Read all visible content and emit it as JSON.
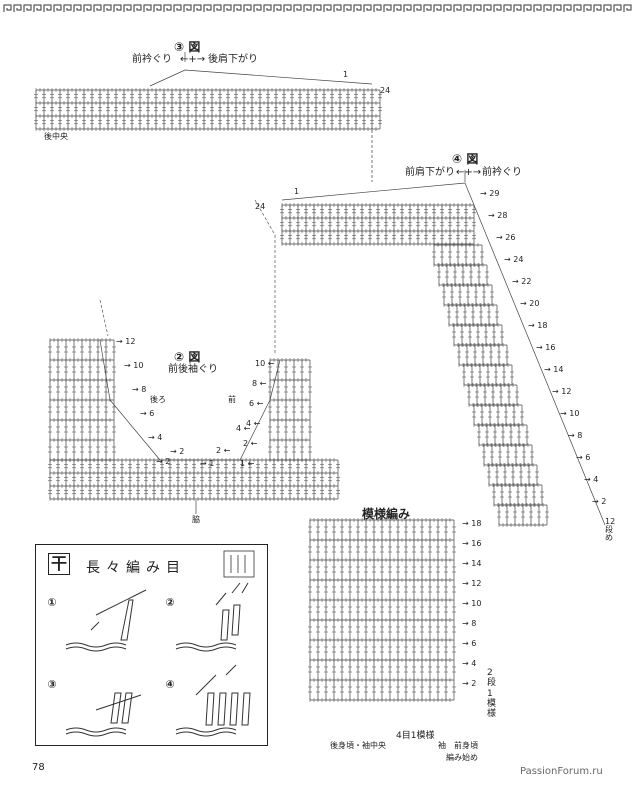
{
  "fig3": {
    "number": "③ 図",
    "left_label": "前衿ぐり",
    "right_label": "後肩下がり",
    "bottom_label": "後中央",
    "row_marks": [
      "1",
      "24"
    ]
  },
  "fig4": {
    "number": "④ 図",
    "left_label": "前肩下がり",
    "right_label": "前衿ぐり",
    "row_marks_left": [
      "1",
      "24"
    ],
    "row_marks_right": [
      "29",
      "28",
      "26",
      "24",
      "22",
      "20",
      "18",
      "16",
      "14",
      "12",
      "10",
      "8",
      "6",
      "4",
      "2"
    ],
    "end_note": "12 段め"
  },
  "fig2": {
    "number": "② 図",
    "title": "前後袖ぐり",
    "back_label": "後ろ",
    "front_label": "前",
    "bottom_label": "脇",
    "left_marks": [
      "12",
      "10",
      "8",
      "6",
      "4",
      "2"
    ],
    "inner_left_marks": [
      "2",
      "1"
    ],
    "right_marks": [
      "10",
      "8",
      "6",
      "4",
      "2",
      "1"
    ],
    "inner_right_marks": [
      "4",
      "2"
    ]
  },
  "pattern": {
    "title": "模様編み",
    "row_marks": [
      "18",
      "16",
      "14",
      "12",
      "10",
      "8",
      "6",
      "4",
      "2"
    ],
    "bracket_note": "2段1模様",
    "bottom_center": "4目1模様",
    "bottom_left": "後身頃・袖中央",
    "bottom_right_1": "袖　前身頃",
    "bottom_right_2": "編み始め"
  },
  "legend": {
    "symbol": "干",
    "title": "長々編み目",
    "steps": [
      "①",
      "②",
      "③",
      "④"
    ]
  },
  "page_number": "78",
  "watermark": "PassionForum.ru"
}
